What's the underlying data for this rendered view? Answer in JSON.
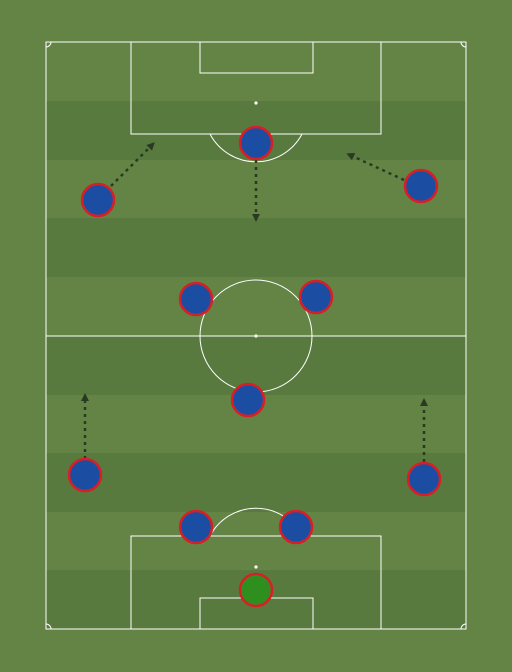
{
  "pitch": {
    "colors": {
      "grass_light": "#638445",
      "grass_dark": "#597a3f",
      "lines": "#ffffff"
    }
  },
  "players": [
    {
      "role": "goalkeeper",
      "fill": "#2f8f1e",
      "ring": "#d81f26"
    },
    {
      "role": "centre-back-left",
      "fill": "#1b4ea3",
      "ring": "#d81f26"
    },
    {
      "role": "centre-back-right",
      "fill": "#1b4ea3",
      "ring": "#d81f26"
    },
    {
      "role": "left-back",
      "fill": "#1b4ea3",
      "ring": "#d81f26"
    },
    {
      "role": "right-back",
      "fill": "#1b4ea3",
      "ring": "#d81f26"
    },
    {
      "role": "defensive-midfielder",
      "fill": "#1b4ea3",
      "ring": "#d81f26"
    },
    {
      "role": "central-midfielder-left",
      "fill": "#1b4ea3",
      "ring": "#d81f26"
    },
    {
      "role": "central-midfielder-right",
      "fill": "#1b4ea3",
      "ring": "#d81f26"
    },
    {
      "role": "left-winger",
      "fill": "#1b4ea3",
      "ring": "#d81f26"
    },
    {
      "role": "right-winger",
      "fill": "#1b4ea3",
      "ring": "#d81f26"
    },
    {
      "role": "striker",
      "fill": "#1b4ea3",
      "ring": "#d81f26"
    }
  ],
  "movement_arrows": [
    {
      "from_role": "left-winger",
      "direction": "forward-inside"
    },
    {
      "from_role": "right-winger",
      "direction": "forward-inside"
    },
    {
      "from_role": "striker",
      "direction": "drop-deep"
    },
    {
      "from_role": "left-back",
      "direction": "forward"
    },
    {
      "from_role": "right-back",
      "direction": "forward"
    }
  ],
  "arrow_color": "#2a3a22"
}
